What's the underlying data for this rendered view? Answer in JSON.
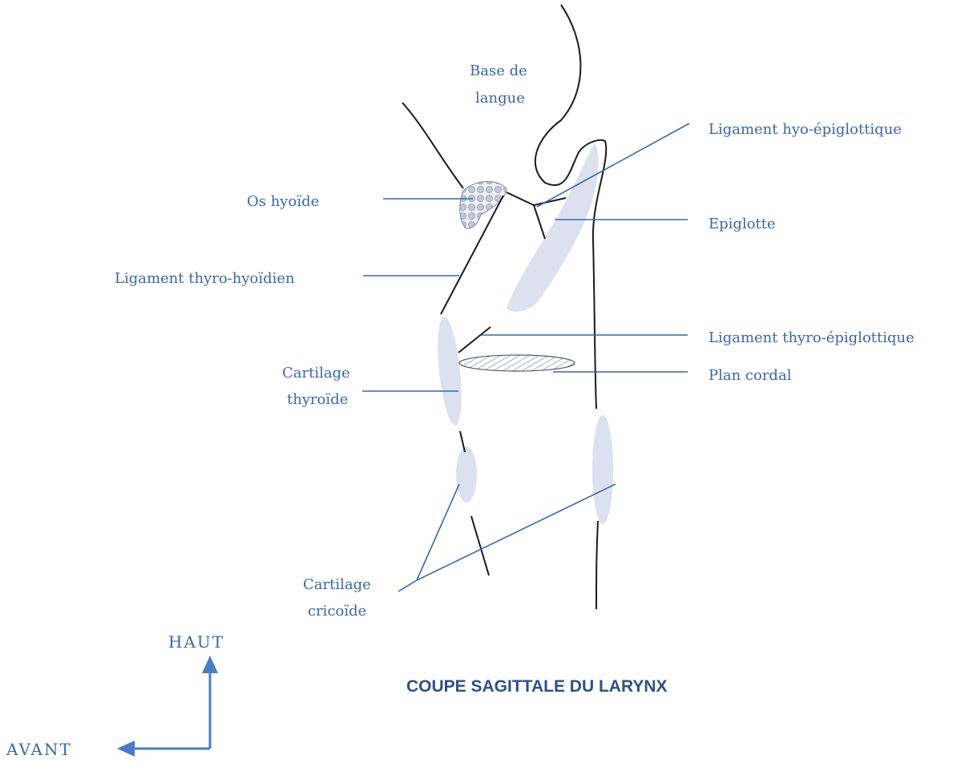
{
  "title": "COUPE SAGITTALE DU LARYNX",
  "labels": {
    "base_langue_1": "Base de",
    "base_langue_2": "langue",
    "lig_hyo_epiglottique": "Ligament hyo-épiglottique",
    "os_hyoide": "Os hyoïde",
    "epiglotte": "Epiglotte",
    "lig_thyro_hyoidien": "Ligament thyro-hyoïdien",
    "lig_thyro_epiglottique": "Ligament thyro-épiglottique",
    "cartilage_thyroide_1": "Cartilage",
    "cartilage_thyroide_2": "thyroïde",
    "plan_cordal": "Plan cordal",
    "cartilage_cricoide_1": "Cartilage",
    "cartilage_cricoide_2": "cricoïde"
  },
  "orientation": {
    "up": "HAUT",
    "front": "AVANT"
  },
  "colors": {
    "label": "#3a67a8",
    "outline": "#1a1a1a",
    "cartilage": "#dde1ef",
    "title": "#2f4f8a"
  }
}
